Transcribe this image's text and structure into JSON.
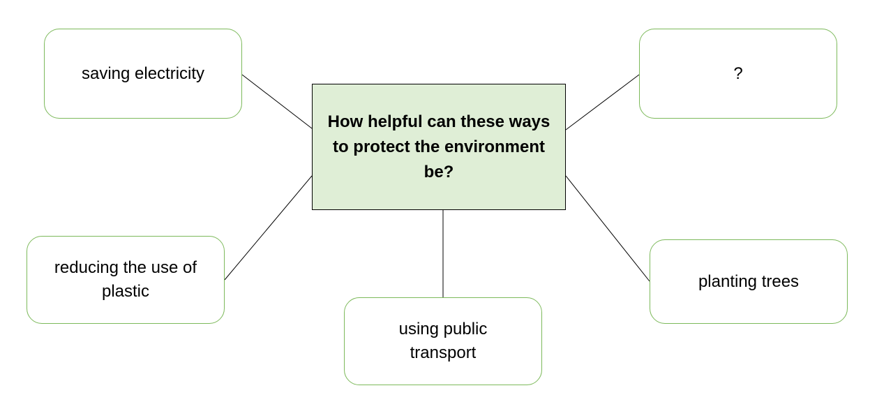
{
  "central_question": "How helpful can these ways to protect the environment be?",
  "ideas": [
    {
      "label": "saving electricity"
    },
    {
      "label": "?"
    },
    {
      "label": "reducing the use of plastic"
    },
    {
      "label": "using public transport"
    },
    {
      "label": "planting trees"
    }
  ],
  "colors": {
    "center_fill": "#dfeed6",
    "box_border": "#7cb95a",
    "connector": "#000000"
  }
}
